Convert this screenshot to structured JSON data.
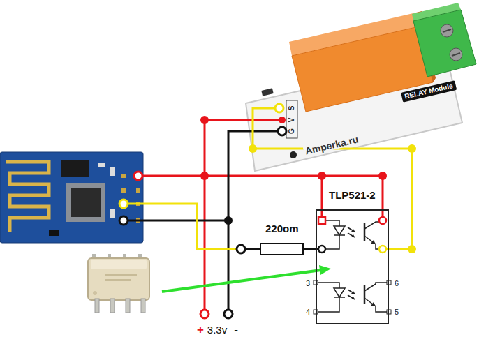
{
  "diagram": {
    "nodes": [
      {
        "text": [
          "TLP521-2"
        ]
      },
      {
        "text": [
          "220om"
        ]
      }
    ],
    "edges": [
      {
        "from": 1,
        "to": 0,
        "arrow": "none"
      }
    ],
    "labels": [
      "Amperka.ru",
      "RELAY Module",
      "G",
      "V",
      "S",
      "3",
      "4",
      "6",
      "5",
      "+",
      "3.3v",
      "-"
    ]
  }
}
